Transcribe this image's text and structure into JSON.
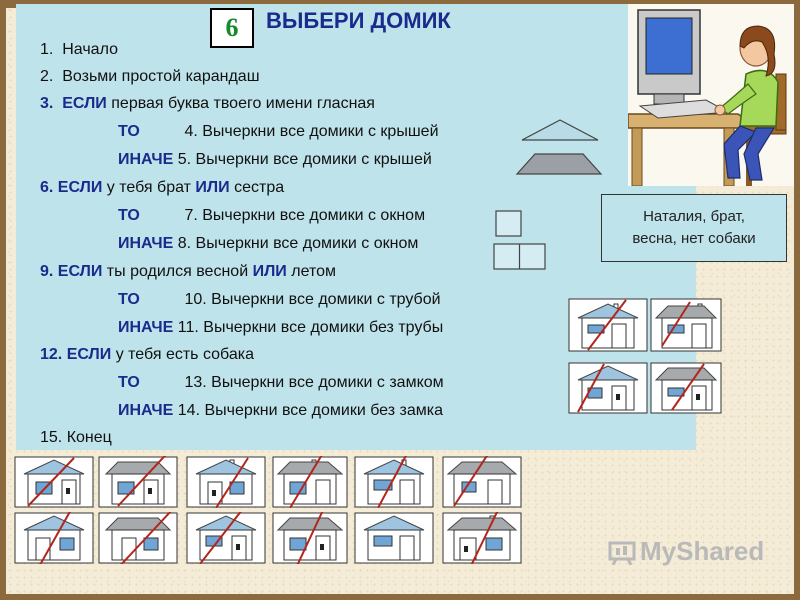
{
  "slide": {
    "number": "6",
    "title": "ВЫБЕРИ ДОМИК",
    "lines": [
      {
        "num": "1.",
        "text": "Начало"
      },
      {
        "num": "2.",
        "text": "Возьми простой карандаш"
      },
      {
        "num": "3.",
        "kw": "ЕСЛИ",
        "text": "первая буква твоего имени гласная"
      },
      {
        "kw": "ТО",
        "text": "4. Вычеркни все домики с крышей"
      },
      {
        "kw": "ИНАЧЕ",
        "text": "5. Вычеркни все домики с крышей"
      },
      {
        "kw": "6. ЕСЛИ",
        "text": "у тебя брат",
        "kw2": "ИЛИ",
        "text2": "сестра"
      },
      {
        "kw": "ТО",
        "text": "7. Вычеркни все домики с окном"
      },
      {
        "kw": "ИНАЧЕ",
        "text": "8. Вычеркни все домики с окном"
      },
      {
        "kw": "9. ЕСЛИ",
        "text": "ты родился весной",
        "kw2": "ИЛИ",
        "text2": "летом"
      },
      {
        "kw": "ТО",
        "text": "10. Вычеркни все домики с трубой"
      },
      {
        "kw": "ИНАЧЕ",
        "text": "11. Вычеркни все домики без трубы"
      },
      {
        "kw": "12. ЕСЛИ",
        "text": "у тебя есть собака"
      },
      {
        "kw": "ТО",
        "text": "13. Вычеркни все домики с замком"
      },
      {
        "kw": "ИНАЧЕ",
        "text": "14. Вычеркни все домики без замка"
      },
      {
        "text": "15. Конец"
      }
    ],
    "info": {
      "line1": "Наталия, брат,",
      "line2": "весна, нет собаки"
    },
    "watermark": "MyShared"
  },
  "colors": {
    "keyword": "#1a2b8c",
    "panel": "#bfe3ea",
    "roof": "#9fc4df",
    "cross": "#b3261e",
    "title_number": "#178a2a"
  }
}
